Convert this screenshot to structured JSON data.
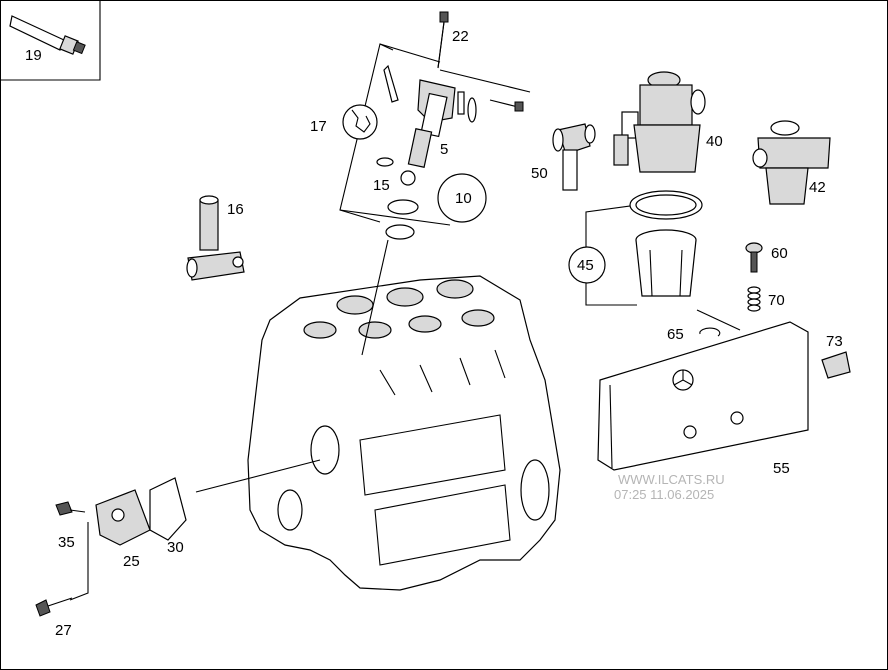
{
  "callouts": {
    "c5": "5",
    "c10": "10",
    "c15": "15",
    "c16": "16",
    "c17": "17",
    "c19": "19",
    "c22": "22",
    "c25": "25",
    "c27": "27",
    "c30": "30",
    "c35": "35",
    "c40": "40",
    "c42": "42",
    "c45": "45",
    "c50": "50",
    "c55": "55",
    "c60": "60",
    "c65": "65",
    "c70": "70",
    "c73": "73"
  },
  "watermark": {
    "site": "WWW.ILCATS.RU",
    "timestamp": "07:25 11.06.2025"
  },
  "colors": {
    "line": "#000000",
    "part_fill": "#d9d9d9",
    "watermark": "#b5b5b5"
  }
}
